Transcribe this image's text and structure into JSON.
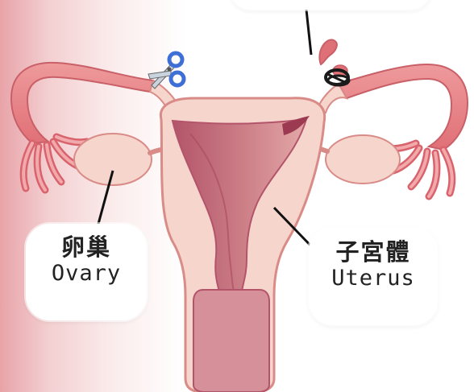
{
  "labels": {
    "ovary": {
      "zh": "卵巢",
      "en": "Ovary"
    },
    "uterus": {
      "zh": "子宮體",
      "en": "Uterus"
    }
  },
  "icons": [
    "scissors-icon",
    "tie-ligature-icon"
  ],
  "colors": {
    "organ_fill": "#f6d5cc",
    "organ_outline": "#d98b87",
    "cavity_fill": "#c6707a",
    "cavity_dark": "#b3546a",
    "tube_fill": "#e57e85",
    "scissors_blade": "#3d6fd6",
    "pointer_line": "#111111"
  }
}
